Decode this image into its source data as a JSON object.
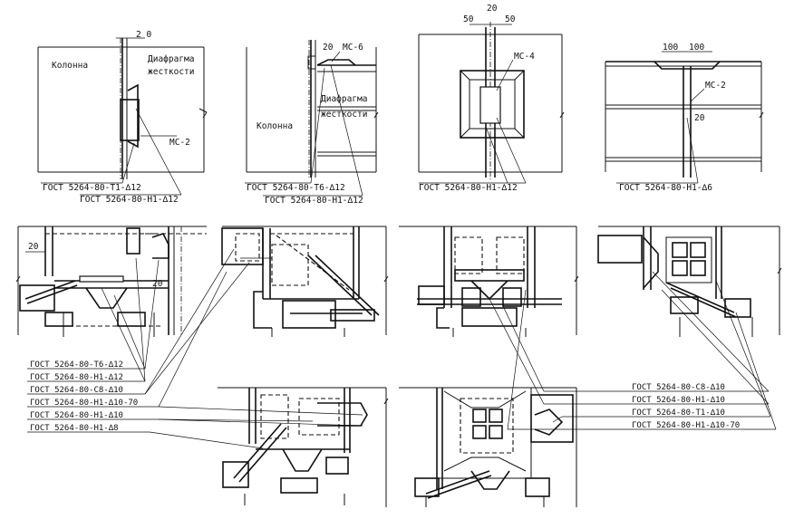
{
  "labels": {
    "kolonna": "Колонна",
    "diafragma": "Диафрагма",
    "zhestkosti": "жесткости",
    "mc2": "МС-2",
    "mc6": "МС-6",
    "mc4": "МС-4",
    "d20": "20",
    "d2_0": "2 0",
    "d50": "50",
    "d100": "100",
    "g_t1_12": "ГОСТ 5264-80-Т1-∆12",
    "g_h1_12": "ГОСТ 5264-80-Н1-∆12",
    "g_t6_12": "ГОСТ 5264-80-Т6-∆12",
    "g_h1_6": "ГОСТ 5264-80-Н1-∆6",
    "g_c8_10": "ГОСТ 5264-80-С8-∆10",
    "g_h1_10_70": "ГОСТ 5264-80-Н1-∆10-70",
    "g_h1_10": "ГОСТ 5264-80-Н1-∆10",
    "g_h1_8": "ГОСТ 5264-80-Н1-∆8",
    "g_t1_10": "ГОСТ 5264-80-Т1-∆10"
  }
}
